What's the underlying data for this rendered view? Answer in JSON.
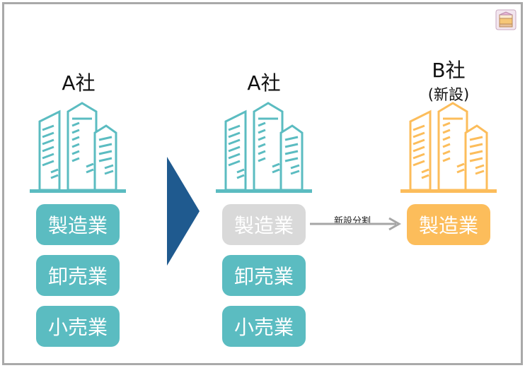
{
  "left_company": {
    "title": "A社",
    "boxes": [
      "製造業",
      "卸売業",
      "小売業"
    ]
  },
  "right_company_a": {
    "title": "A社",
    "boxes": [
      "製造業",
      "卸売業",
      "小売業"
    ]
  },
  "new_company": {
    "title": "B社",
    "subtitle": "(新設)",
    "box": "製造業"
  },
  "split_arrow_label": "新設分割",
  "colors": {
    "teal": "#5bbcc1",
    "building_teal": "#5bbcc1",
    "gray": "#d9d9d9",
    "orange": "#fcbd5b",
    "arrow_navy": "#1f5a8f",
    "arrow_gray": "#a6a6a6"
  },
  "icons": [
    "building-icon",
    "document-stack-icon",
    "triangle-arrow-icon"
  ]
}
